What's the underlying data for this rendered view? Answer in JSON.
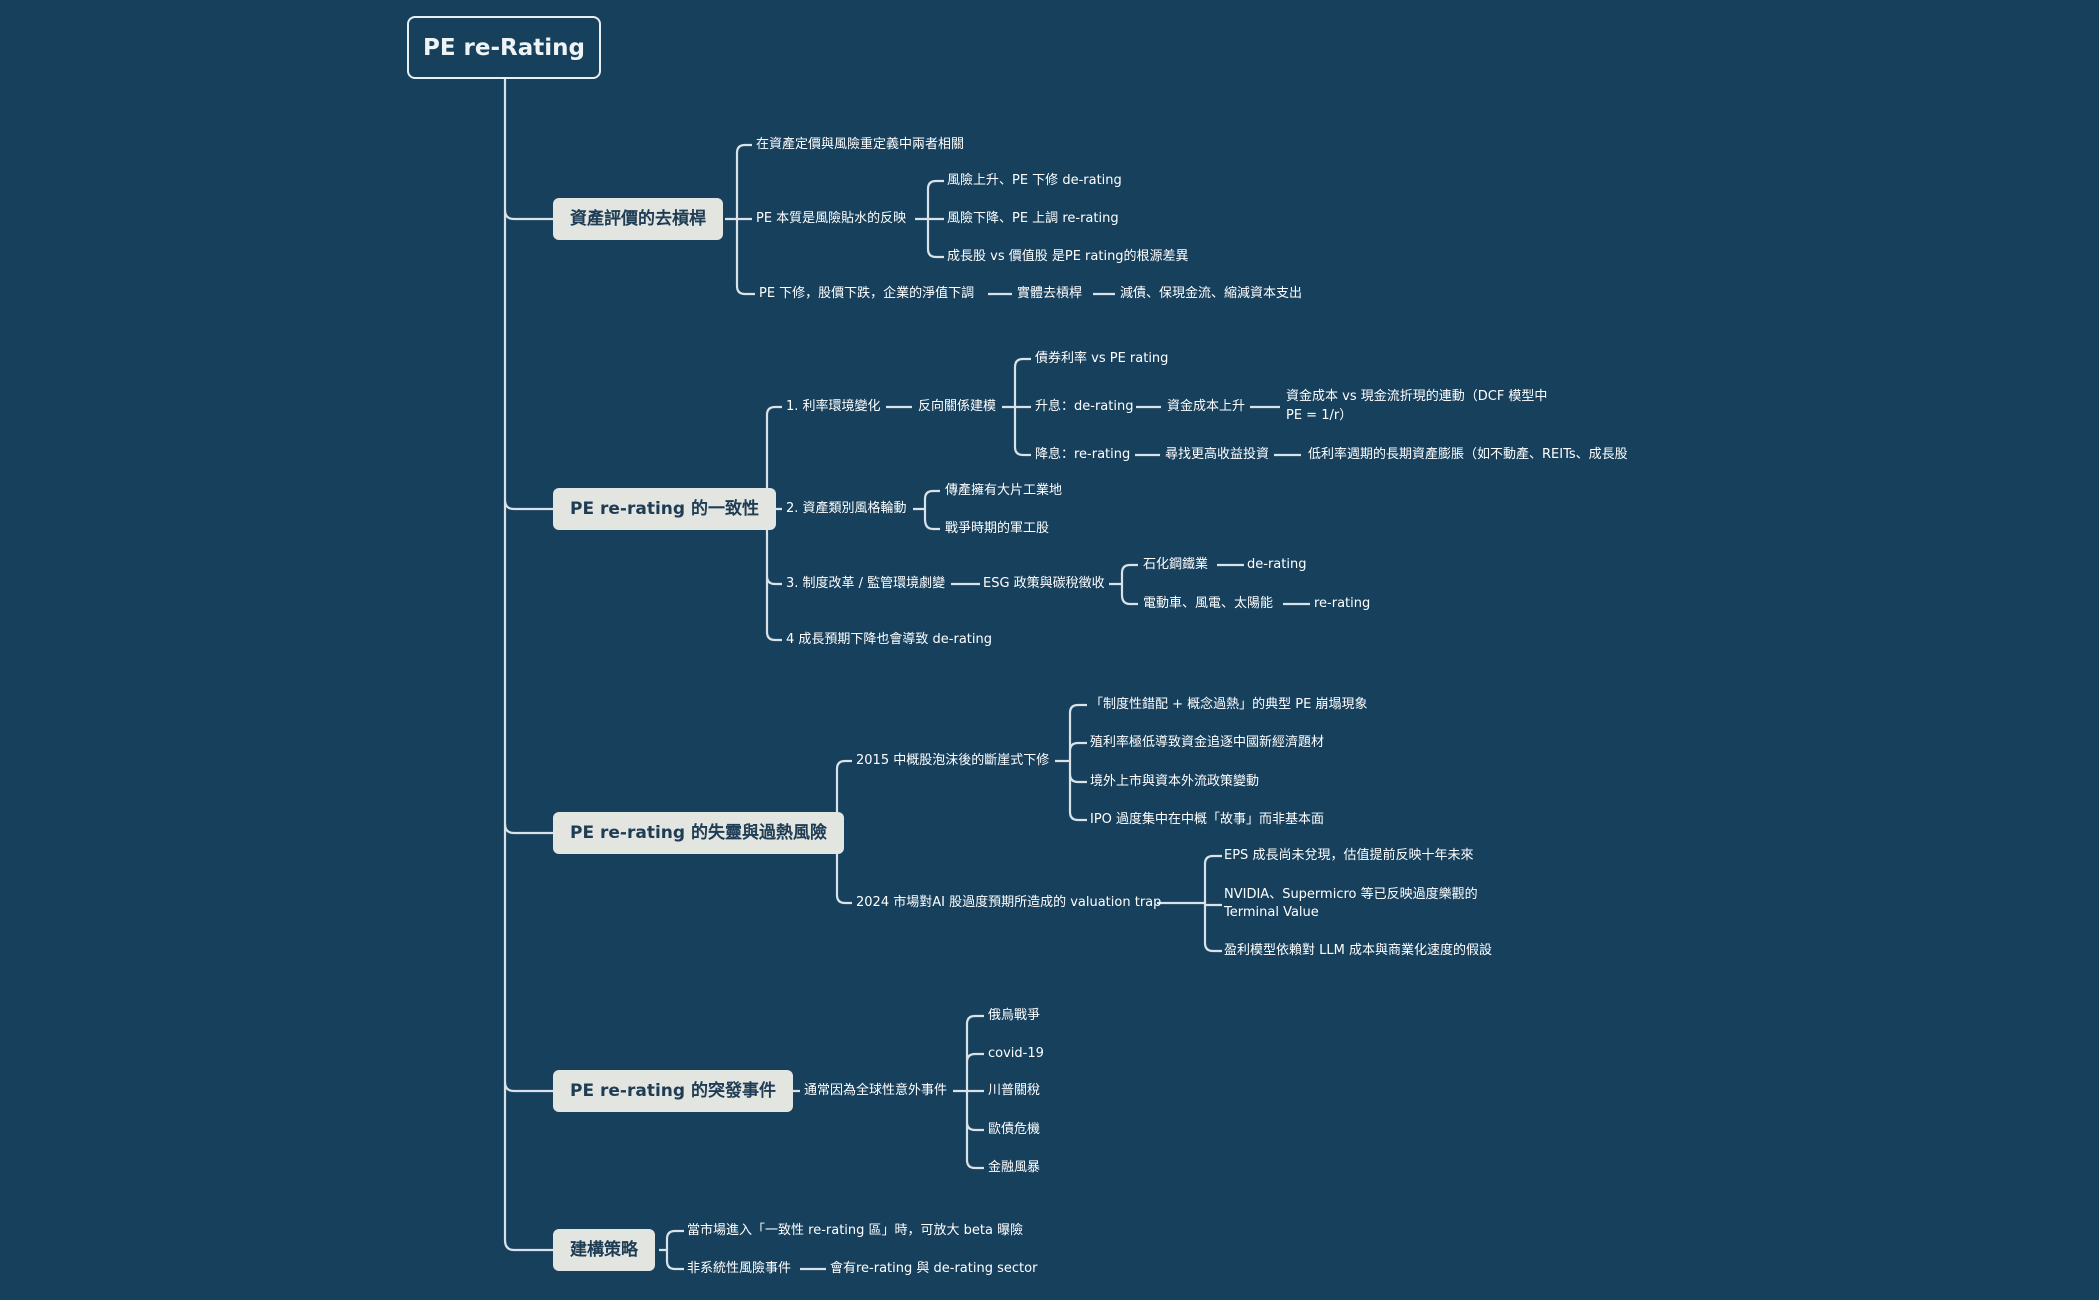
{
  "root": "PE re-Rating",
  "b1": {
    "title": "資產評價的去槓桿",
    "c1": "在資產定價與風險重定義中兩者相關",
    "c2": "PE 本質是風險貼水的反映",
    "c2_1": "風險上升、PE 下修 de-rating",
    "c2_2": "風險下降、PE 上調 re-rating",
    "c2_3": "成長股 vs 價值股 是PE rating的根源差異",
    "c3": "PE 下修，股價下跌，企業的淨值下調",
    "c3_1": "實體去槓桿",
    "c3_2": "減債、保現金流、縮減資本支出"
  },
  "b2": {
    "title": "PE re-rating 的一致性",
    "c1": "1. 利率環境變化",
    "c1_1": "反向關係建模",
    "c1_1a": "債券利率 vs PE  rating",
    "c1_1b": "升息：de-rating",
    "c1_1b1": "資金成本上升",
    "c1_1b2_l1": "資金成本 vs 現金流折現的連動（DCF 模型中",
    "c1_1b2_l2": "PE = 1/r）",
    "c1_1c": "降息：re-rating",
    "c1_1c1": "尋找更高收益投資",
    "c1_1c2": "低利率週期的長期資產膨脹（如不動產、REITs、成長股",
    "c2": "2. 資產類別風格輪動",
    "c2_1": "傳產擁有大片工業地",
    "c2_2": "戰爭時期的軍工股",
    "c3": "3. 制度改革 / 監管環境劇變",
    "c3_1": "ESG 政策與碳稅徵收",
    "c3_1a": "石化鋼鐵業",
    "c3_1a1": "de-rating",
    "c3_1b": "電動車、風電、太陽能",
    "c3_1b1": "re-rating",
    "c4": "4 成長預期下降也會導致 de-rating"
  },
  "b3": {
    "title": "PE re-rating 的失靈與過熱風險",
    "c1": "2015 中概股泡沫後的斷崖式下修",
    "c1_1": "「制度性錯配 + 概念過熱」的典型 PE 崩塌現象",
    "c1_2": "殖利率極低導致資金追逐中國新經濟題材",
    "c1_3": "境外上市與資本外流政策變動",
    "c1_4": "IPO 過度集中在中概「故事」而非基本面",
    "c2": "2024 市場對AI 股過度預期所造成的 valuation trap",
    "c2_1": "EPS 成長尚未兌現，估值提前反映十年未來",
    "c2_2_l1": "NVIDIA、Supermicro 等已反映過度樂觀的",
    "c2_2_l2": "Terminal Value",
    "c2_3": "盈利模型依賴對 LLM 成本與商業化速度的假設"
  },
  "b4": {
    "title": "PE re-rating 的突發事件",
    "c1": "通常因為全球性意外事件",
    "c1_1": "俄烏戰爭",
    "c1_2": "covid-19",
    "c1_3": "川普關稅",
    "c1_4": "歐債危機",
    "c1_5": "金融風暴"
  },
  "b5": {
    "title": "建構策略",
    "c1": "當市場進入「一致性 re-rating 區」時，可放大 beta 曝險",
    "c2": "非系統性風險事件",
    "c2_1": "會有re-rating 與 de-rating sector"
  }
}
